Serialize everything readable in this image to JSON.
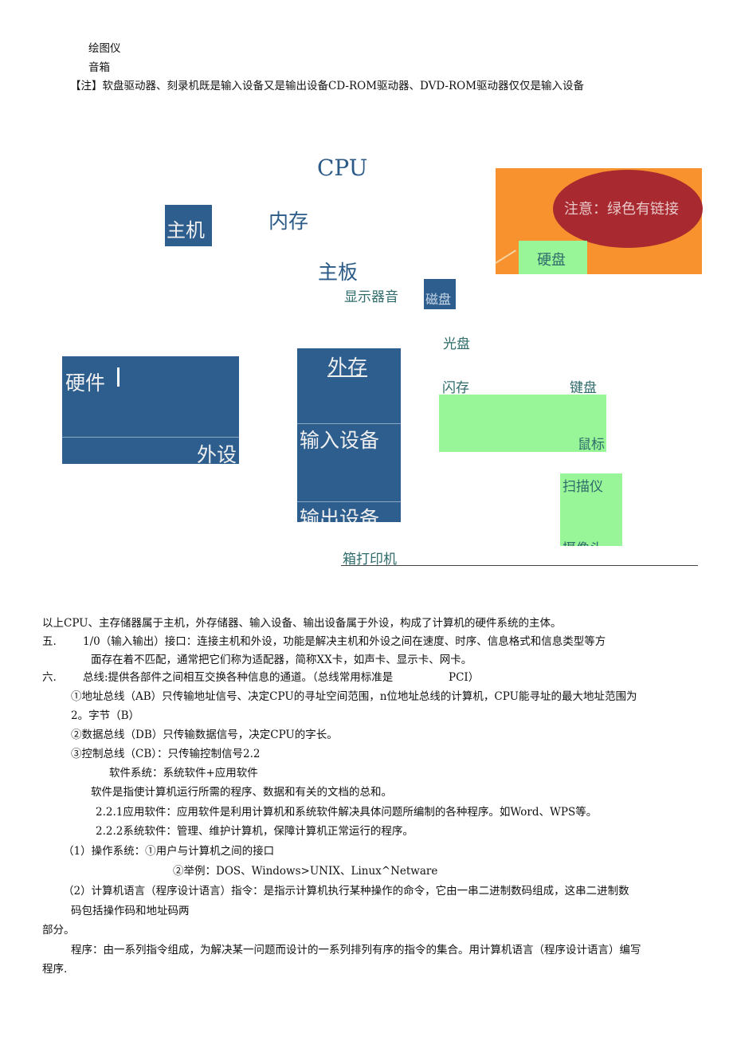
{
  "top": {
    "lines": [
      "绘图仪",
      "音箱"
    ],
    "note": "【注】软盘驱动器、刻录机既是输入设备又是输出设备CD-ROM驱动器、DVD-ROM驱动器仅仅是输入设备"
  },
  "diagram": {
    "cpu": "CPU",
    "host": "主机",
    "memory": "内存",
    "motherboard": "主板",
    "display_sound": "显示器音",
    "magnetic_disk": "磁盘",
    "optical_disk": "光盘",
    "hardware": "硬件",
    "peripheral": "外设",
    "external_storage": "外存",
    "input_device": "输入设备",
    "output_device": "输出设备",
    "flash": "闪存",
    "keyboard": "键盘",
    "mouse": "鼠标",
    "scanner": "扫描仪",
    "camera": "摄像头",
    "speaker_printer": "箱打印机",
    "callout_note": "注意：绿色有链接",
    "hard_disk": "硬盘",
    "colors": {
      "blue": "#2e5e8e",
      "green": "#98f598",
      "orange": "#f7922e",
      "red": "#a82a30"
    }
  },
  "body": {
    "p1": "以上CPU、主存储器属于主机，外存储器、输入设备、输出设备属于外设，构成了计算机的硬件系统的主体。",
    "p2_num": "五.",
    "p2": "1/0（输入输出）接口：连接主机和外设，功能是解决主机和外设之间在速度、时序、信息格式和信息类型等方",
    "p2b": "面存在着不匹配，通常把它们称为适配器，简称XX卡，如声卡、显示卡、网卡。",
    "p3_num": "六.",
    "p3": "总线:提供各部件之间相互交换各种信息的通道。（总线常用标准是",
    "p3_pci": "PCI）",
    "ab": "①地址总线（AB）只传输地址信号、决定CPU的寻址空间范围，n位地址总线的计算机，CPU能寻址的最大地址范围为",
    "ab2": "2。字节（B）",
    "db": "②数据总线（DB）只传输数据信号，决定CPU的字长。",
    "cb": "③控制总线（CB）：只传输控制信号2.2",
    "sw_sys": "软件系统：系统软件+应用软件",
    "sw_def": "软件是指使计算机运行所需的程序、数据和有关的文档的总和。",
    "app_sw": "2.2.1应用软件：应用软件是利用计算机和系统软件解决具体问题所编制的各种程序。如Word、WPS等。",
    "sys_sw": "2.2.2系统软件：管理、维护计算机，保障计算机正常运行的程序。",
    "os": "（1）操作系统：①用户与计算机之间的接口",
    "os2": "②举例：DOS、Windows>UNIX、Linux^Netware",
    "lang": "（2）计算机语言（程序设计语言）指令：是指示计算机执行某种操作的命令，它由一串二进制数码组成，这串二进制数",
    "lang2": "码包括操作码和地址码两",
    "lang3": "部分。",
    "prog": "程序：由一系列指令组成，为解决某一问题而设计的一系列排列有序的指令的集合。用计算机语言（程序设计语言）编写",
    "prog2": "程序."
  }
}
